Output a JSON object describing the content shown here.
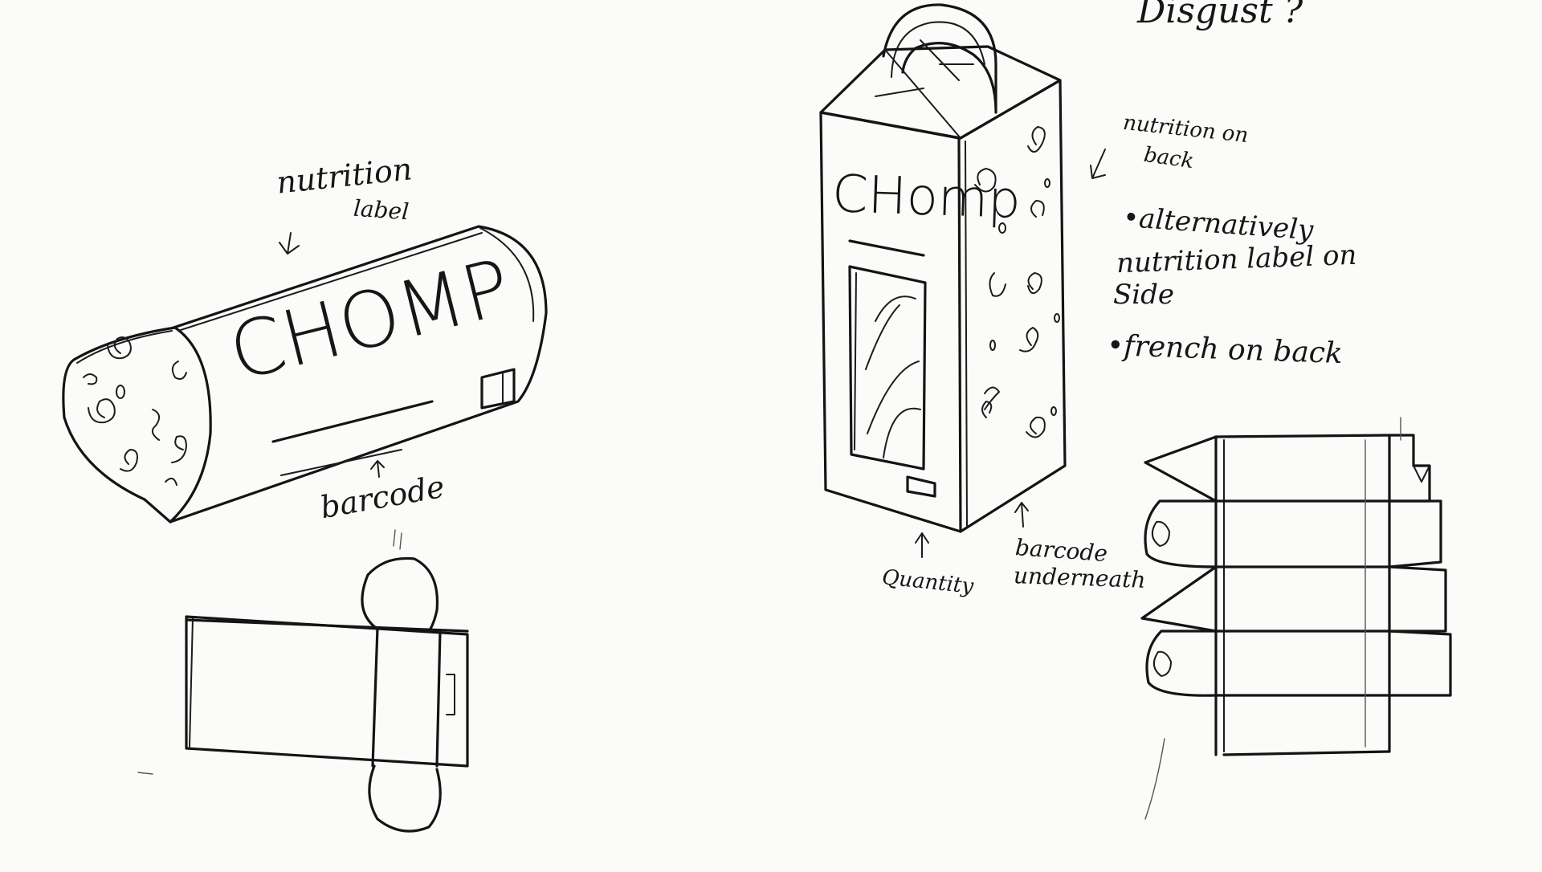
{
  "top_note": "Disgust ?",
  "tube_package": {
    "brand": "CHOMP",
    "nutrition_note": "nutrition",
    "nutrition_note_2": "label",
    "barcode_note": "barcode"
  },
  "box_package": {
    "brand": "CHomp",
    "nutrition_note": "nutrition on",
    "nutrition_note_2": "back",
    "alt_note_1": "•alternatively",
    "alt_note_2": "nutrition label on",
    "alt_note_3": "Side",
    "french_note": "•french on back",
    "quantity_note": "Quantity",
    "barcode_note": "barcode",
    "barcode_note_2": "underneath"
  }
}
